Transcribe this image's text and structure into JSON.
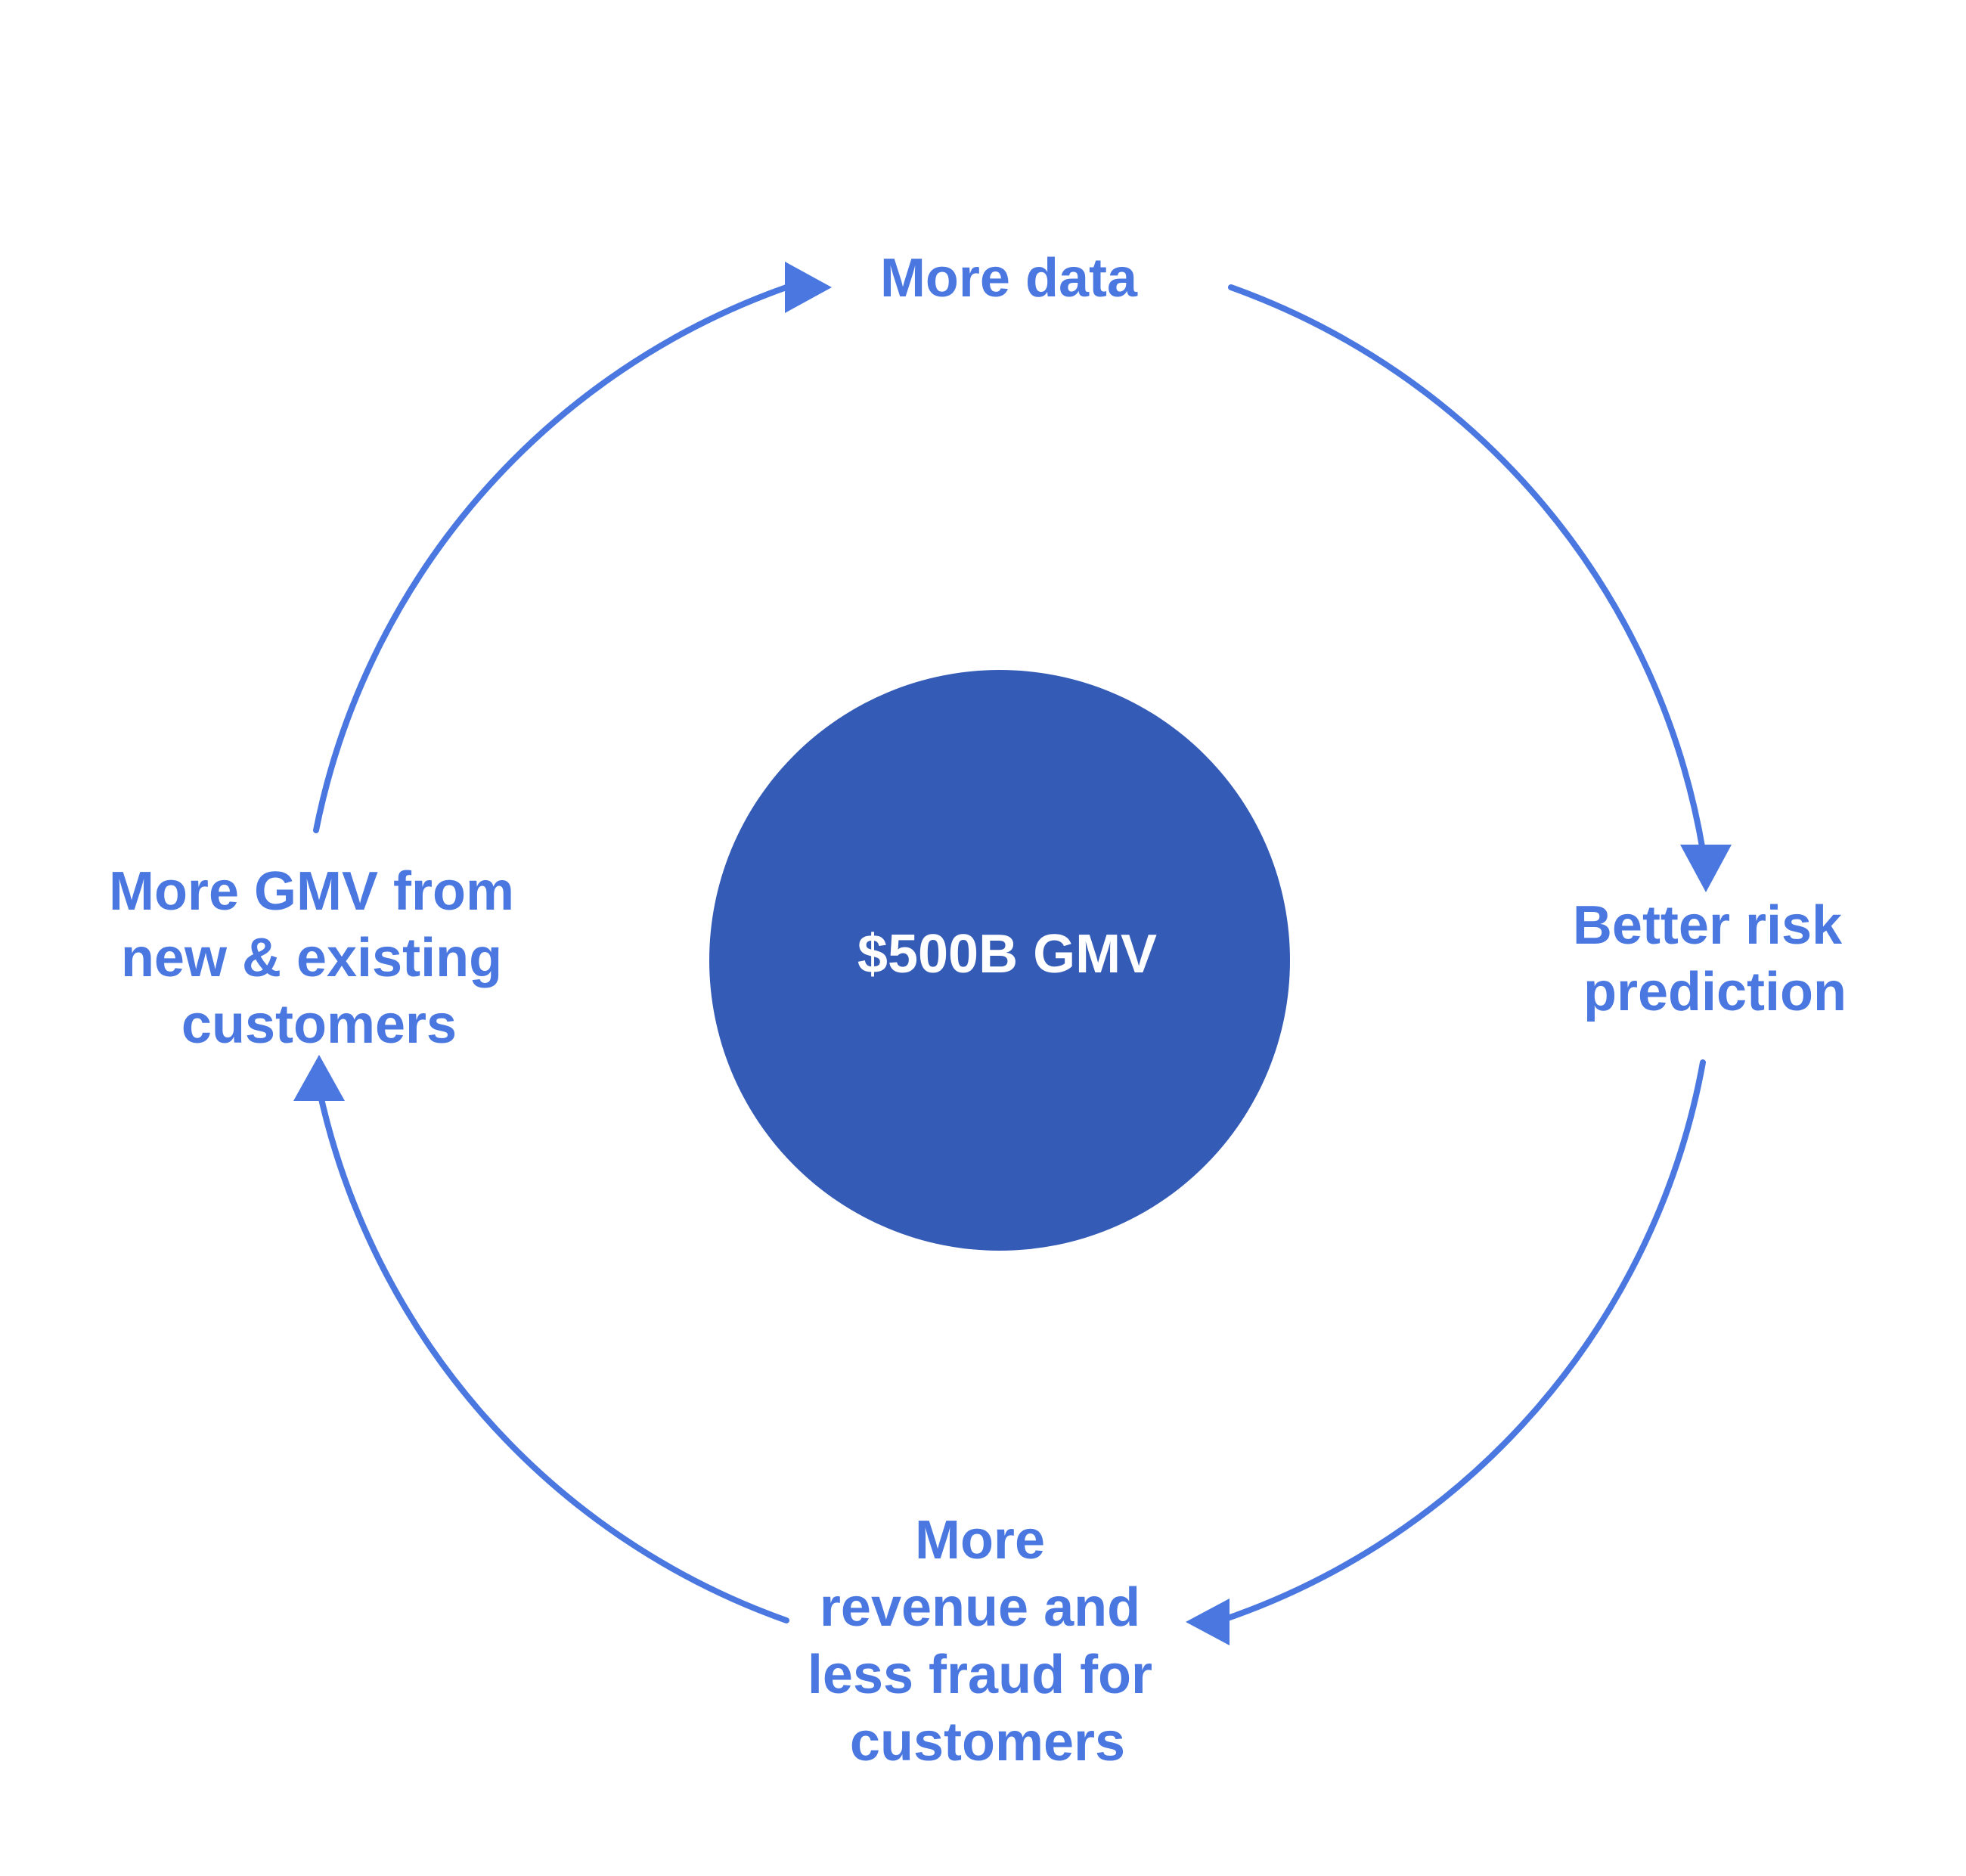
{
  "colors": {
    "accent": "#4A78E0",
    "hub": "#345BB5",
    "hub_text": "#FFFFFF",
    "background": "#FFFFFF"
  },
  "hub": {
    "label": "$500B GMV"
  },
  "nodes": {
    "top": {
      "lines": [
        "More data"
      ]
    },
    "right": {
      "lines": [
        "Better risk",
        "prediction"
      ]
    },
    "bottom": {
      "lines": [
        "More",
        "revenue and",
        "less fraud for",
        "customers"
      ]
    },
    "left": {
      "lines": [
        "More GMV from",
        "new & existing",
        "customers"
      ]
    }
  }
}
